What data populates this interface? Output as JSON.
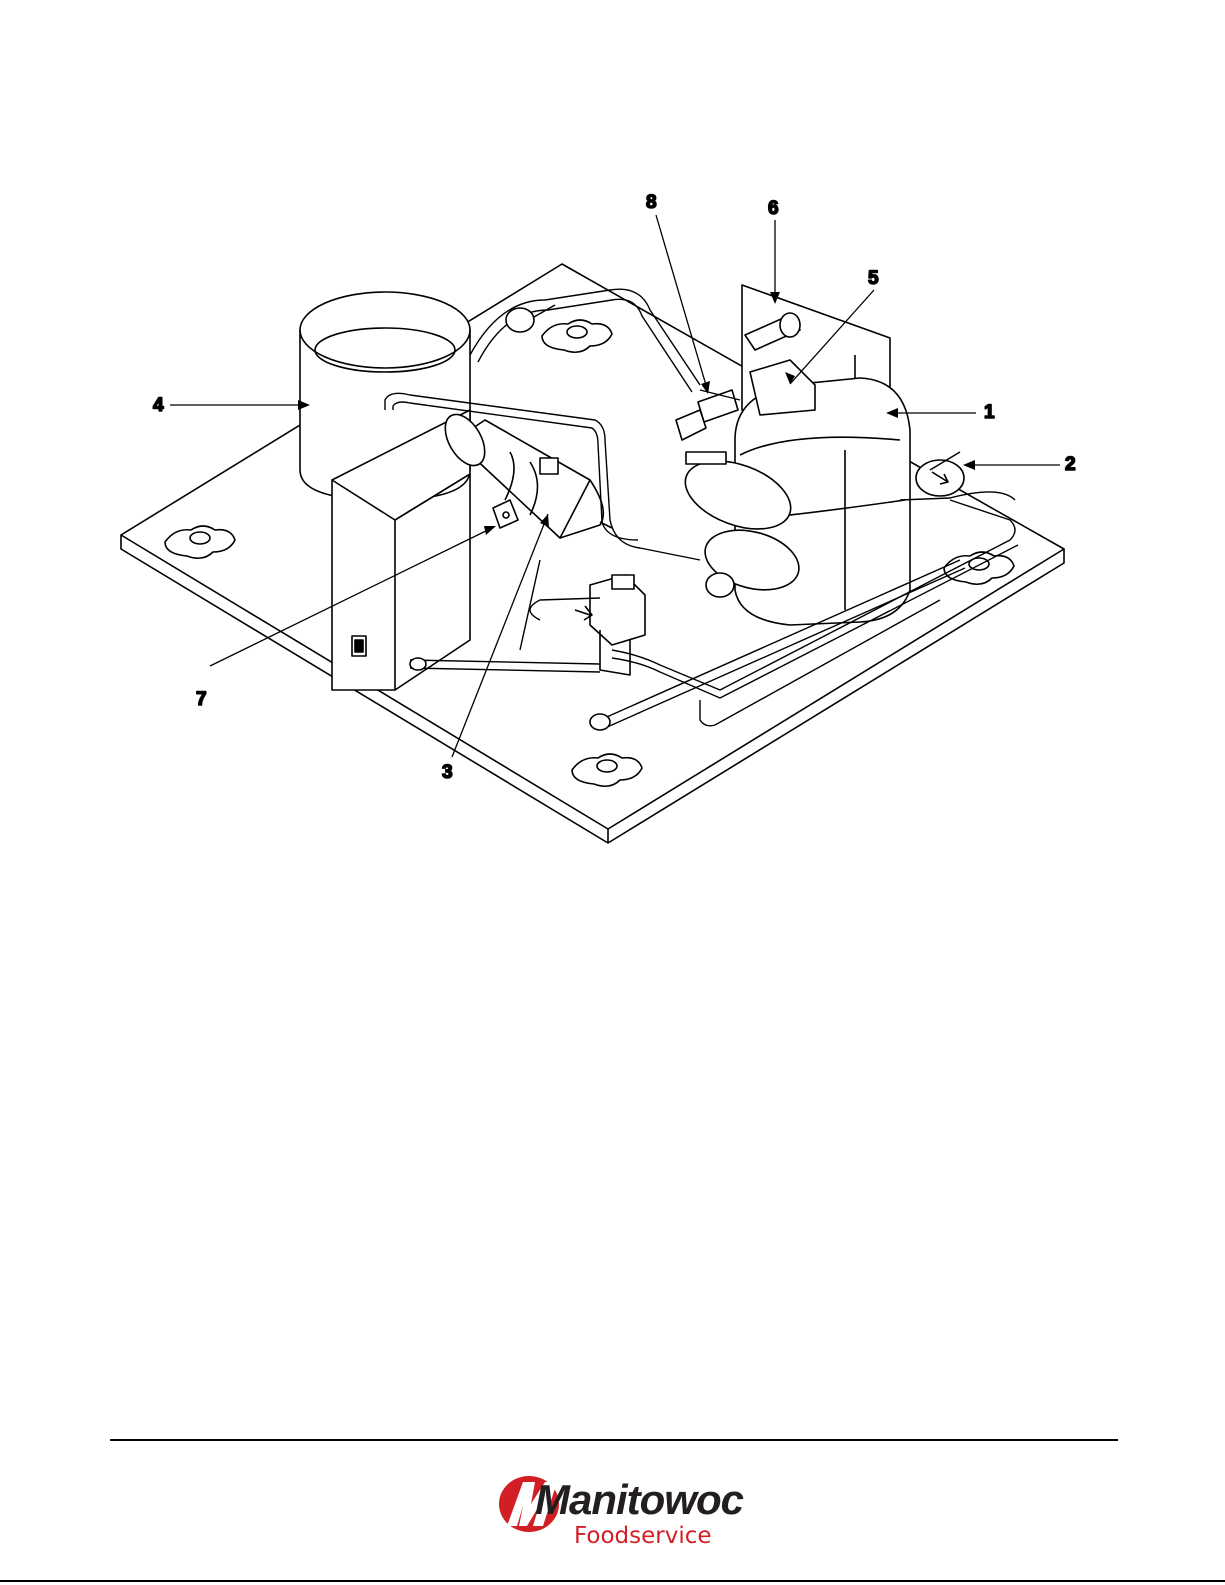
{
  "callouts": {
    "c1": "1",
    "c2": "2",
    "c3": "3",
    "c4": "4",
    "c5": "5",
    "c6": "6",
    "c7": "7",
    "c8": "8"
  },
  "logo": {
    "word": "Manitowoc",
    "sub": "Foodservice",
    "brand_color": "#d21f26",
    "text_color": "#231f20"
  }
}
